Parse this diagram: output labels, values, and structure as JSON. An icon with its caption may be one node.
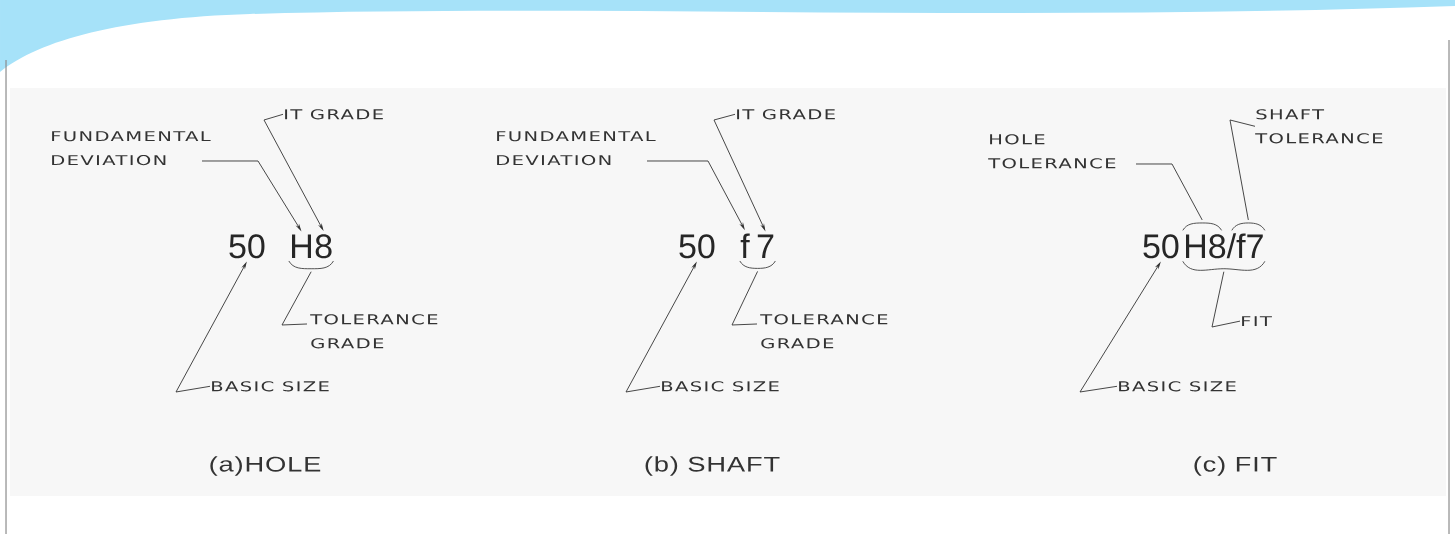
{
  "diagram": {
    "nodes": [
      {
        "text": [
          "FUNDAMENTAL DEVIATION"
        ]
      },
      {
        "text": [
          "IT GRADE"
        ]
      },
      {
        "text": [
          "50"
        ]
      },
      {
        "text": [
          "H"
        ]
      },
      {
        "text": [
          "8"
        ]
      },
      {
        "text": [],
        "shape": "brace"
      },
      {
        "text": [
          "TOLERANCE GRADE"
        ]
      },
      {
        "text": [
          "BASIC SIZE"
        ]
      },
      {
        "text": [
          "FUNDAMENTAL DEVIATION"
        ]
      },
      {
        "text": [
          "IT GRADE"
        ]
      },
      {
        "text": [
          "50"
        ]
      },
      {
        "text": [
          "f"
        ]
      },
      {
        "text": [
          "7"
        ]
      },
      {
        "text": [],
        "shape": "brace"
      },
      {
        "text": [
          "TOLERANCE GRADE"
        ]
      },
      {
        "text": [
          "BASIC SIZE"
        ]
      },
      {
        "text": [
          "HOLE TOLERANCE"
        ]
      },
      {
        "text": [
          "SHAFT TOLERANCE"
        ]
      },
      {
        "text": [],
        "shape": "brace"
      },
      {
        "text": [],
        "shape": "brace"
      },
      {
        "text": [
          "50"
        ]
      },
      {
        "text": [
          "H8/f7"
        ]
      },
      {
        "text": [],
        "shape": "brace"
      },
      {
        "text": [
          "FIT"
        ]
      },
      {
        "text": [
          "BASIC SIZE"
        ]
      }
    ],
    "edges": [
      {
        "from": 0,
        "to": 3,
        "arrow": "to"
      },
      {
        "from": 1,
        "to": 4,
        "arrow": "to"
      },
      {
        "from": 6,
        "to": 5,
        "arrow": "none"
      },
      {
        "from": 7,
        "to": 2,
        "arrow": "to"
      },
      {
        "from": 8,
        "to": 11,
        "arrow": "to"
      },
      {
        "from": 9,
        "to": 12,
        "arrow": "to"
      },
      {
        "from": 14,
        "to": 13,
        "arrow": "none"
      },
      {
        "from": 15,
        "to": 10,
        "arrow": "to"
      },
      {
        "from": 16,
        "to": 18,
        "arrow": "none"
      },
      {
        "from": 17,
        "to": 19,
        "arrow": "none"
      },
      {
        "from": 23,
        "to": 22,
        "arrow": "none"
      },
      {
        "from": 24,
        "to": 20,
        "arrow": "to"
      }
    ],
    "labels": [
      "(a)HOLE",
      "(b) SHAFT",
      "(c) FIT"
    ]
  }
}
